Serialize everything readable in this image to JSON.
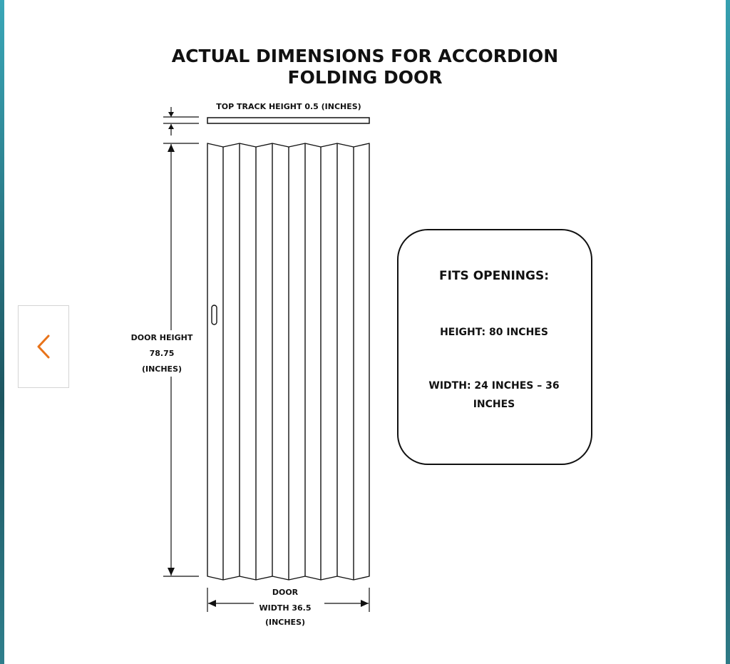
{
  "diagram": {
    "title_line1": "ACTUAL DIMENSIONS FOR ACCORDION",
    "title_line2": "FOLDING DOOR",
    "top_track_label": "TOP TRACK HEIGHT 0.5 (INCHES)",
    "door_height_line1": "DOOR HEIGHT",
    "door_height_value": "78.75",
    "door_height_unit": "(INCHES)",
    "door_width_line1": "DOOR",
    "door_width_line2": "WIDTH 36.5",
    "door_width_unit": "(INCHES)",
    "fits_title": "FITS OPENINGS:",
    "fits_height": "HEIGHT: 80 INCHES",
    "fits_width_line1": "WIDTH: 24 INCHES – 36",
    "fits_width_line2": "INCHES"
  },
  "nav": {
    "prev_icon": "chevron-left-icon",
    "accent_color": "#e8731a"
  }
}
